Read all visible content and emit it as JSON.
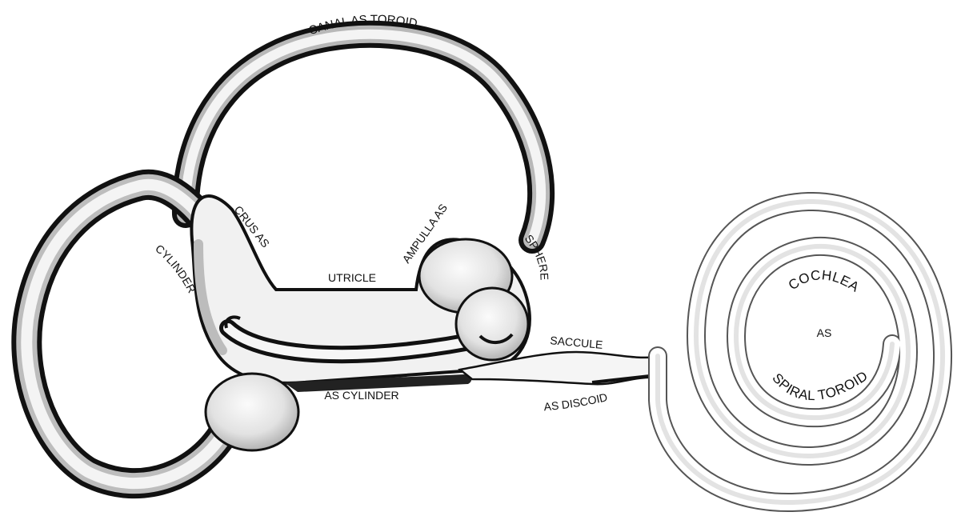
{
  "labels": {
    "canal_as_toroid": "CANAL AS TOROID",
    "crus_as": "CRUS AS",
    "cylinder": "CYLINDER",
    "utricle": "UTRICLE",
    "ampulla_as": "AMPULLA AS",
    "sphere": "SPHERE",
    "saccule": "SACCULE",
    "as_cylinder": "AS CYLINDER",
    "as_discoid": "AS DISCOID",
    "cochlea": "COCHLEA",
    "as": "AS",
    "spiral_toroid": "SPIRAL TOROID"
  },
  "colors": {
    "ink": "#111111",
    "tube_fill": "#f4f4f4",
    "shade": "#b9b9b9",
    "background": "#ffffff"
  }
}
